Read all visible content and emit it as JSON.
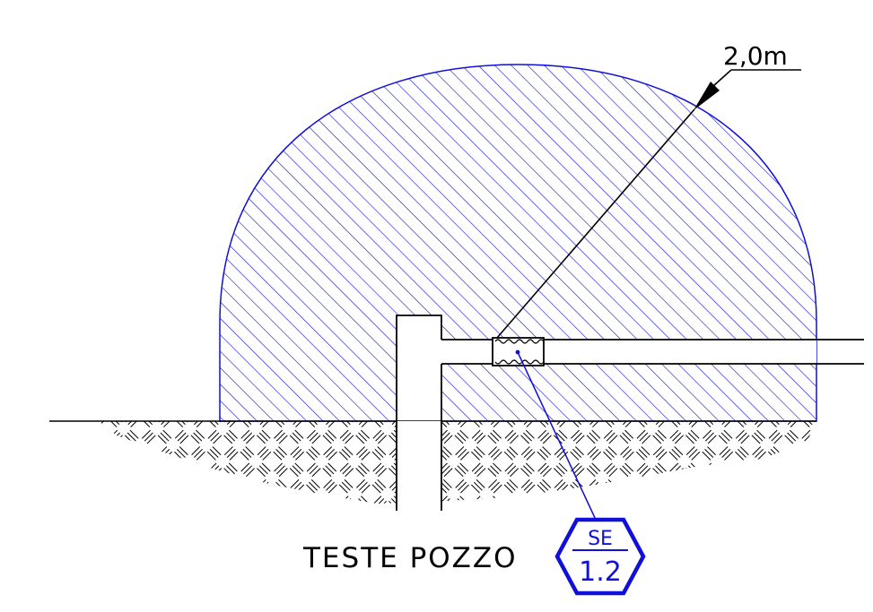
{
  "labels": {
    "dimension": "2,0m",
    "caption": "TESTE POZZO",
    "tag_top": "SE",
    "tag_bottom": "1.2"
  },
  "colors": {
    "zone": "#1010d8",
    "line": "#000000",
    "background": "#ffffff"
  }
}
